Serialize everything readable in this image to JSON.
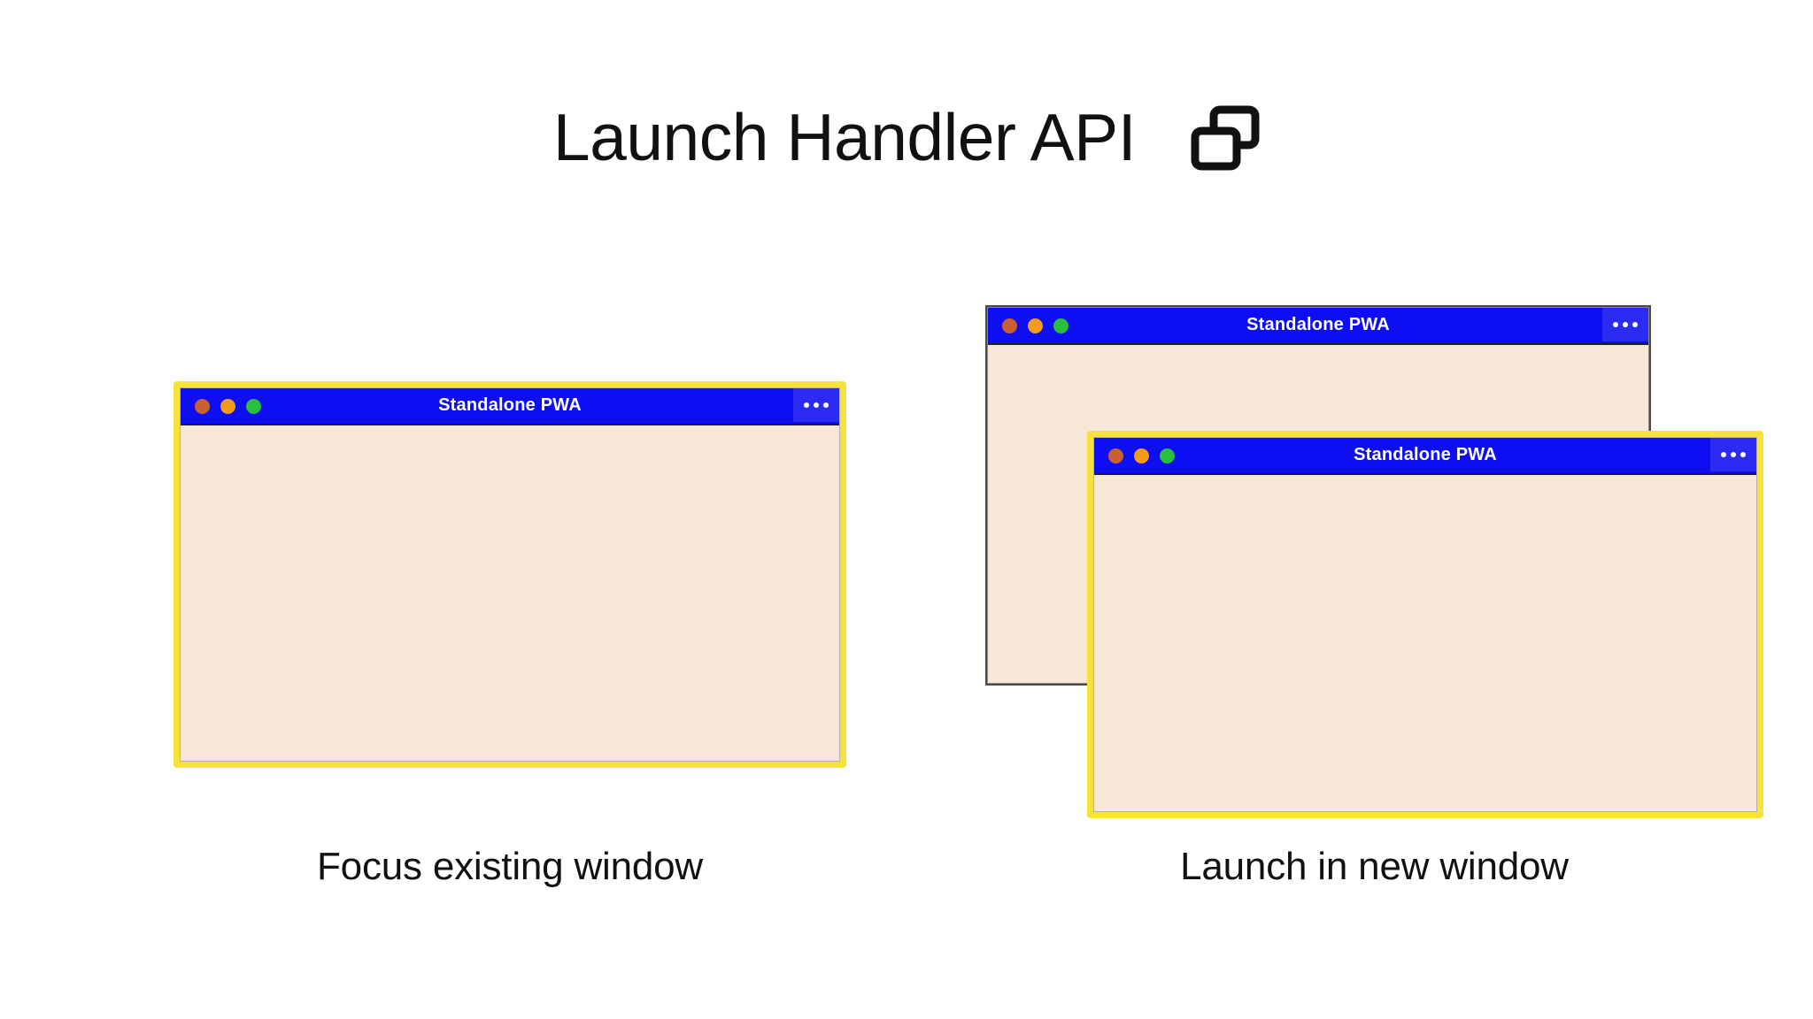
{
  "page": {
    "title": "Launch Handler API",
    "title_icon": "two-overlapping-windows-icon",
    "background_color": "#FFFFFF"
  },
  "colors": {
    "titlebar_blue": "#0E0EF2",
    "menu_blue": "#2B2BF2",
    "focus_border_yellow": "#F7E13B",
    "window_body_cream": "#F6E7D7",
    "unfocused_border_gray": "#4A4A4A",
    "dot_close": "#C8602F",
    "dot_minimize": "#F59B1B",
    "dot_maximize": "#28C03C",
    "text_dark": "#111111",
    "titlebar_text": "#FFFFFF"
  },
  "panels": [
    {
      "id": "focus-existing-window",
      "caption": "Focus existing window",
      "windows": [
        {
          "id": "left-window",
          "title": "Standalone PWA",
          "focused": true,
          "menu_label": "•••",
          "traffic_lights": [
            "close",
            "minimize",
            "maximize"
          ]
        }
      ]
    },
    {
      "id": "launch-in-new-window",
      "caption": "Launch in new window",
      "windows": [
        {
          "id": "right-back-window",
          "title": "Standalone PWA",
          "focused": false,
          "menu_label": "•••",
          "traffic_lights": [
            "close",
            "minimize",
            "maximize"
          ]
        },
        {
          "id": "right-front-window",
          "title": "Standalone PWA",
          "focused": true,
          "menu_label": "•••",
          "traffic_lights": [
            "close",
            "minimize",
            "maximize"
          ]
        }
      ]
    }
  ]
}
